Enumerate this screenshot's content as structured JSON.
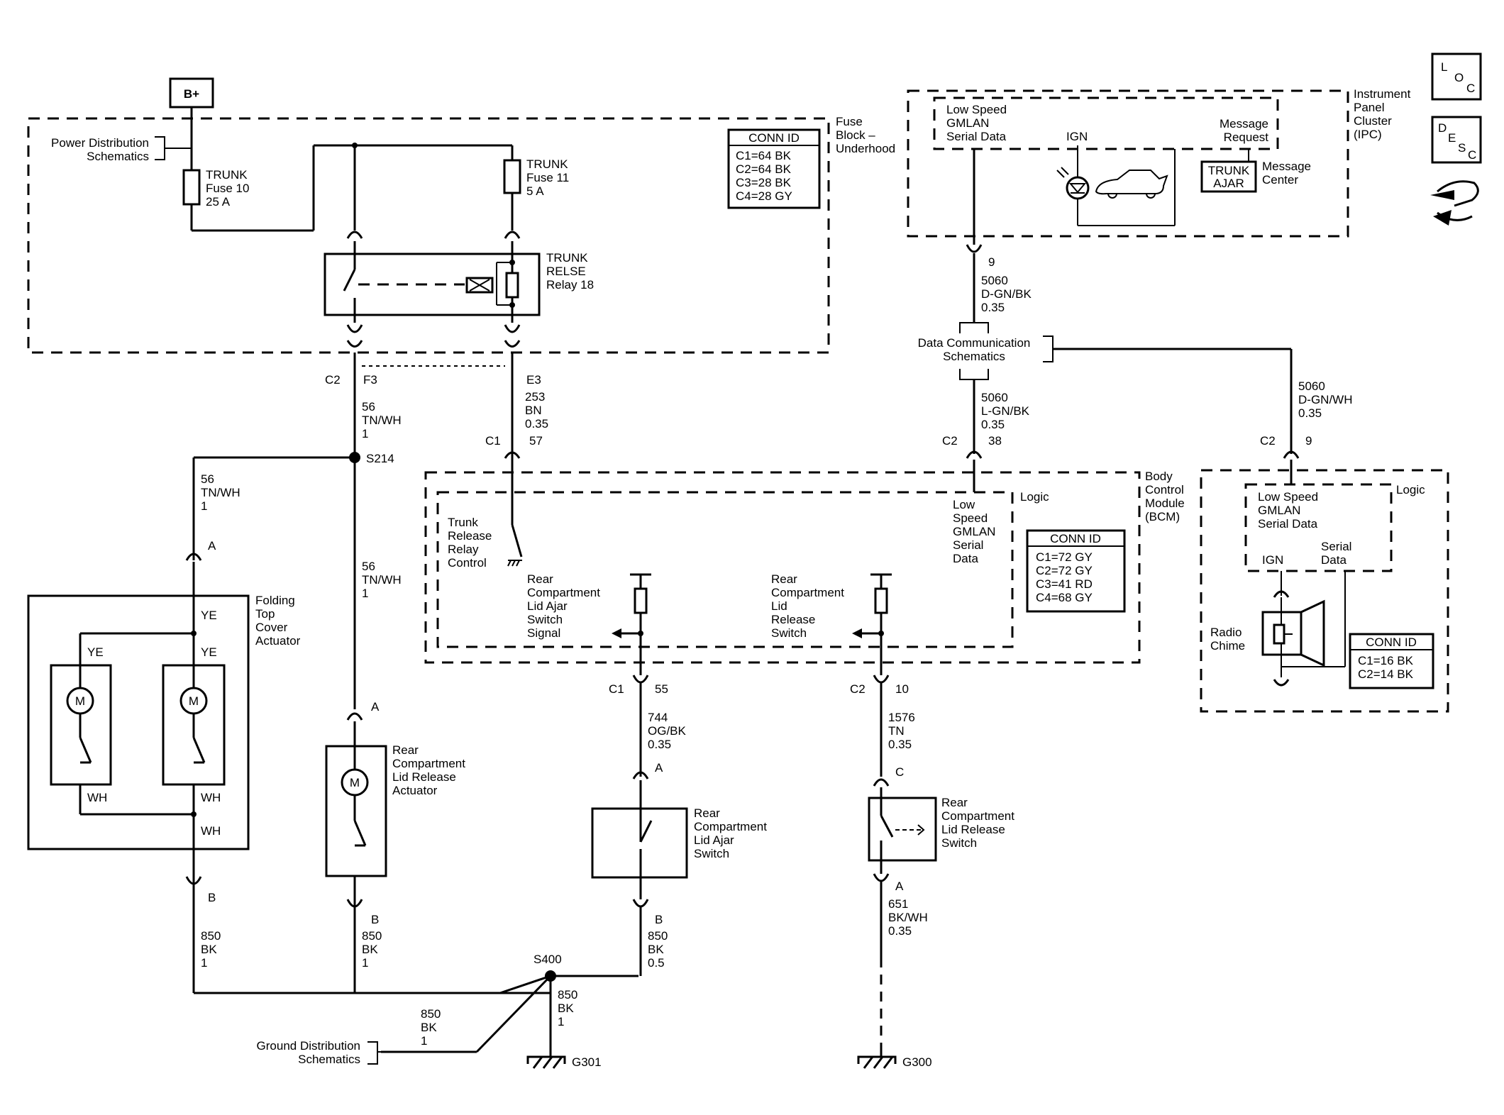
{
  "diagram": {
    "battery": "B+",
    "power_distribution": [
      "Power Distribution",
      "Schematics"
    ],
    "fuse_block": [
      "Fuse",
      "Block –",
      "Underhood"
    ],
    "fuse10": [
      "TRUNK",
      "Fuse 10",
      "25 A"
    ],
    "fuse11": [
      "TRUNK",
      "Fuse 11",
      "5 A"
    ],
    "relay": [
      "TRUNK",
      "RELSE",
      "Relay 18"
    ],
    "fuse_conn": {
      "title": "CONN ID",
      "rows": [
        "C1=64 BK",
        "C2=64 BK",
        "C3=28 BK",
        "C4=28 GY"
      ]
    },
    "c2": "C2",
    "f3": "F3",
    "e3": "E3",
    "wire_56a": [
      "56",
      "TN/WH",
      "1"
    ],
    "wire_253": [
      "253",
      "BN",
      "0.35"
    ],
    "s214": "S214",
    "wire_56b": [
      "56",
      "TN/WH",
      "1"
    ],
    "wire_56c": [
      "56",
      "TN/WH",
      "1"
    ],
    "bcm_c1": "C1",
    "bcm_c1_pin": "57",
    "folding": [
      "Folding",
      "Top",
      "Cover",
      "Actuator"
    ],
    "ye": "YE",
    "wh": "WH",
    "pin_a": "A",
    "pin_b": "B",
    "pin_c": "C",
    "motor": "M",
    "lid_actuator": [
      "Rear",
      "Compartment",
      "Lid Release",
      "Actuator"
    ],
    "ipc": [
      "Instrument",
      "Panel",
      "Cluster",
      "(IPC)"
    ],
    "ipc_gmlan": [
      "Low Speed",
      "GMLAN",
      "Serial Data"
    ],
    "ign": "IGN",
    "msg_request": [
      "Message",
      "Request"
    ],
    "trunk_ajar": [
      "TRUNK",
      "AJAR"
    ],
    "msg_center": [
      "Message",
      "Center"
    ],
    "ipc_pin": "9",
    "wire_5060a": [
      "5060",
      "D-GN/BK",
      "0.35"
    ],
    "data_comm": [
      "Data Communication",
      "Schematics"
    ],
    "wire_5060b": [
      "5060",
      "L-GN/BK",
      "0.35"
    ],
    "wire_5060c": [
      "5060",
      "D-GN/WH",
      "0.35"
    ],
    "bcm_c2": "C2",
    "bcm_c2_pin": "38",
    "radio_c2": "C2",
    "radio_c2_pin": "9",
    "bcm": [
      "Body",
      "Control",
      "Module",
      "(BCM)"
    ],
    "logic": "Logic",
    "bcm_gmlan": [
      "Low",
      "Speed",
      "GMLAN",
      "Serial",
      "Data"
    ],
    "trunk_relay_ctrl": [
      "Trunk",
      "Release",
      "Relay",
      "Control"
    ],
    "ajar_signal": [
      "Rear",
      "Compartment",
      "Lid Ajar",
      "Switch",
      "Signal"
    ],
    "release_switch_in": [
      "Rear",
      "Compartment",
      "Lid",
      "Release",
      "Switch"
    ],
    "bcm_conn": {
      "title": "CONN ID",
      "rows": [
        "C1=72 GY",
        "C2=72 GY",
        "C3=41 RD",
        "C4=68 GY"
      ]
    },
    "radio_gmlan": [
      "Low Speed",
      "GMLAN",
      "Serial Data"
    ],
    "radio_serial": [
      "Serial",
      "Data"
    ],
    "radio_chime": [
      "Radio",
      "Chime"
    ],
    "radio_conn": {
      "title": "CONN ID",
      "rows": [
        "C1=16 BK",
        "C2=14 BK"
      ]
    },
    "c1_55": [
      "C1",
      "55"
    ],
    "c2_10": [
      "C2",
      "10"
    ],
    "wire_744": [
      "744",
      "OG/BK",
      "0.35"
    ],
    "wire_1576": [
      "1576",
      "TN",
      "0.35"
    ],
    "ajar_switch": [
      "Rear",
      "Compartment",
      "Lid Ajar",
      "Switch"
    ],
    "release_switch": [
      "Rear",
      "Compartment",
      "Lid Release",
      "Switch"
    ],
    "wire_651": [
      "651",
      "BK/WH",
      "0.35"
    ],
    "wire_850a": [
      "850",
      "BK",
      "1"
    ],
    "wire_850b": [
      "850",
      "BK",
      "1"
    ],
    "wire_850c": [
      "850",
      "BK",
      "0.5"
    ],
    "wire_850d": [
      "850",
      "BK",
      "1"
    ],
    "wire_850e": [
      "850",
      "BK",
      "1"
    ],
    "s400": "S400",
    "ground_dist": [
      "Ground Distribution",
      "Schematics"
    ],
    "g301": "G301",
    "g300": "G300",
    "loc": [
      "L",
      "O",
      "C"
    ],
    "desc": [
      "D",
      "E",
      "S",
      "C"
    ]
  }
}
